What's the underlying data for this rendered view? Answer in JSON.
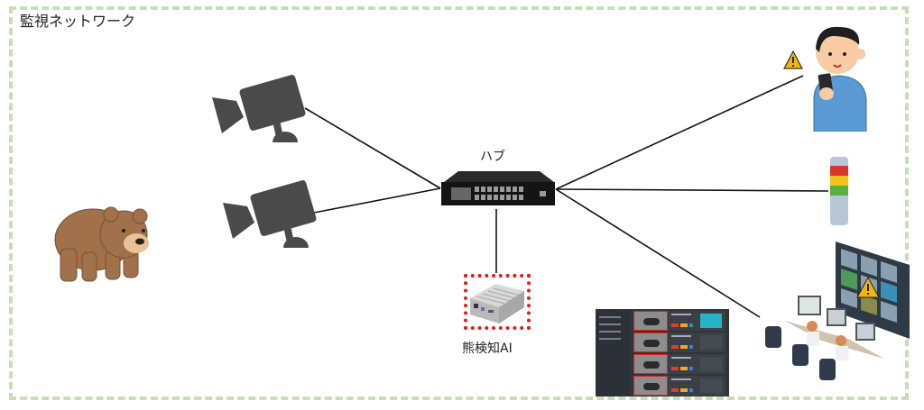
{
  "diagram": {
    "title": "監視ネットワーク",
    "frame_color": "#c6e0b4",
    "nodes": {
      "hub": {
        "label": "ハブ"
      },
      "ai_device": {
        "label": "熊検知AI",
        "highlight_color": "#e81919"
      },
      "camera_1": {
        "label": ""
      },
      "camera_2": {
        "label": ""
      },
      "bear": {
        "label": ""
      },
      "worker": {
        "label": "",
        "alert": "warning"
      },
      "signal_tower": {
        "label": "",
        "colors": [
          "#d9342b",
          "#f2c21b",
          "#58b13a"
        ]
      },
      "control_room": {
        "label": "",
        "alert": "warning"
      },
      "dashboard": {
        "label": ""
      }
    },
    "edges": [
      {
        "from": "camera_1",
        "to": "hub"
      },
      {
        "from": "camera_2",
        "to": "hub"
      },
      {
        "from": "hub",
        "to": "ai_device"
      },
      {
        "from": "hub",
        "to": "worker"
      },
      {
        "from": "hub",
        "to": "signal_tower"
      },
      {
        "from": "hub",
        "to": "control_room"
      }
    ]
  }
}
